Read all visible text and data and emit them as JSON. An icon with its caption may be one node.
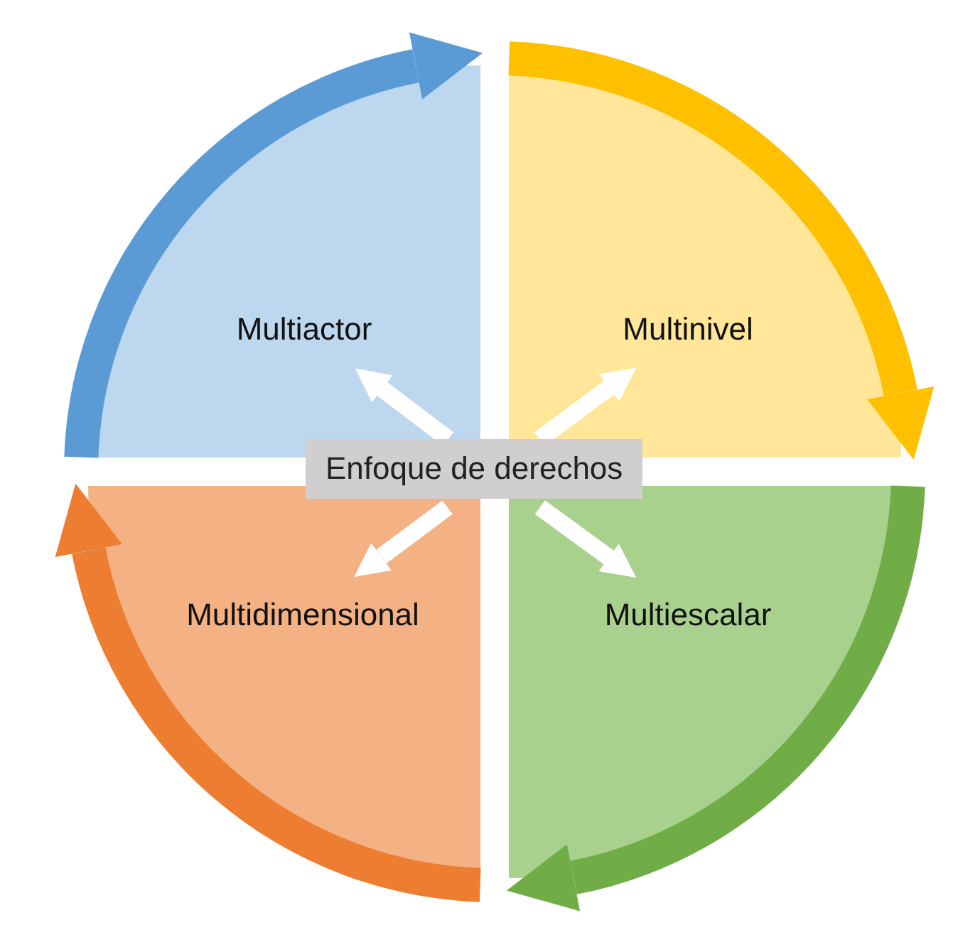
{
  "diagram": {
    "nodes": [
      {
        "text": [
          "Multiactor"
        ]
      },
      {
        "text": [
          "Multinivel"
        ]
      },
      {
        "text": [
          "Enfoque de derechos"
        ]
      },
      {
        "text": [
          "Multidimensional"
        ]
      },
      {
        "text": [
          "Multiescalar"
        ]
      }
    ],
    "edges": [
      {
        "from": 0,
        "to": 1,
        "arrow": "to",
        "style": "thick",
        "color": "#5b9bd5"
      },
      {
        "from": 1,
        "to": 4,
        "arrow": "to",
        "style": "thick",
        "color": "#ffc000"
      },
      {
        "from": 4,
        "to": 3,
        "arrow": "to",
        "style": "thick",
        "color": "#70ad47"
      },
      {
        "from": 3,
        "to": 0,
        "arrow": "to",
        "style": "thick",
        "color": "#ed7d31"
      },
      {
        "from": 2,
        "to": 0,
        "arrow": "to",
        "color": "#ffffff"
      },
      {
        "from": 2,
        "to": 1,
        "arrow": "to",
        "color": "#ffffff"
      },
      {
        "from": 2,
        "to": 3,
        "arrow": "to",
        "color": "#ffffff"
      },
      {
        "from": 2,
        "to": 4,
        "arrow": "to",
        "color": "#ffffff"
      }
    ]
  }
}
